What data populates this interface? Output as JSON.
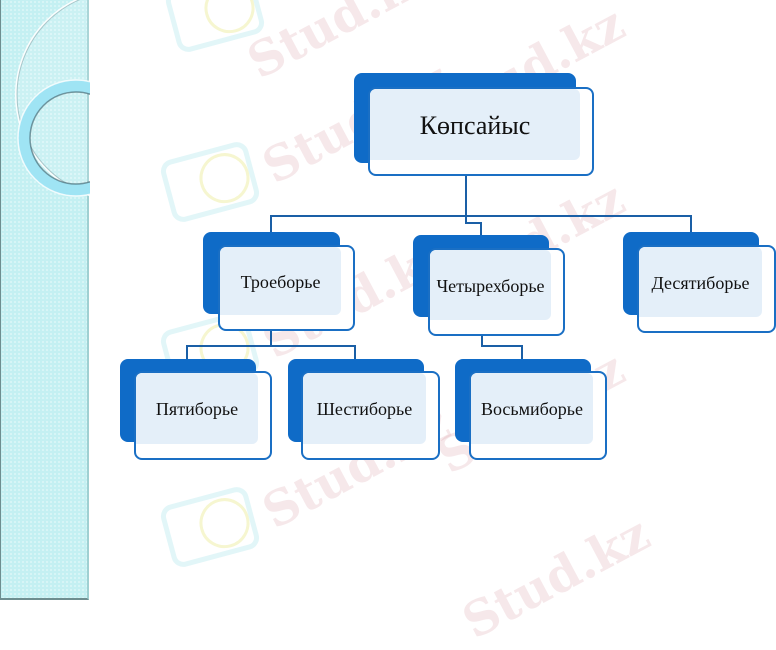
{
  "diagram": {
    "type": "org-chart hierarchy",
    "root": {
      "label": "Көпсайыс"
    },
    "level1": [
      {
        "label": "Троеборье"
      },
      {
        "label": "Четырехборье"
      },
      {
        "label": "Десятиборье"
      }
    ],
    "level2": [
      {
        "label": "Пятиборье",
        "parent": "Троеборье"
      },
      {
        "label": "Шестиборье",
        "parent": "Троеборье"
      },
      {
        "label": "Восьмиборье",
        "parent": "Четырехборье"
      }
    ]
  },
  "watermark": {
    "text": "Stud.kz"
  },
  "colors": {
    "box_back": "#0f6bc7",
    "box_border": "#1a6fc4",
    "box_fill": "#e3eef9",
    "connector": "#1a5fa6",
    "sidebar": "#c4f0f2",
    "watermark": "#d796a0"
  }
}
